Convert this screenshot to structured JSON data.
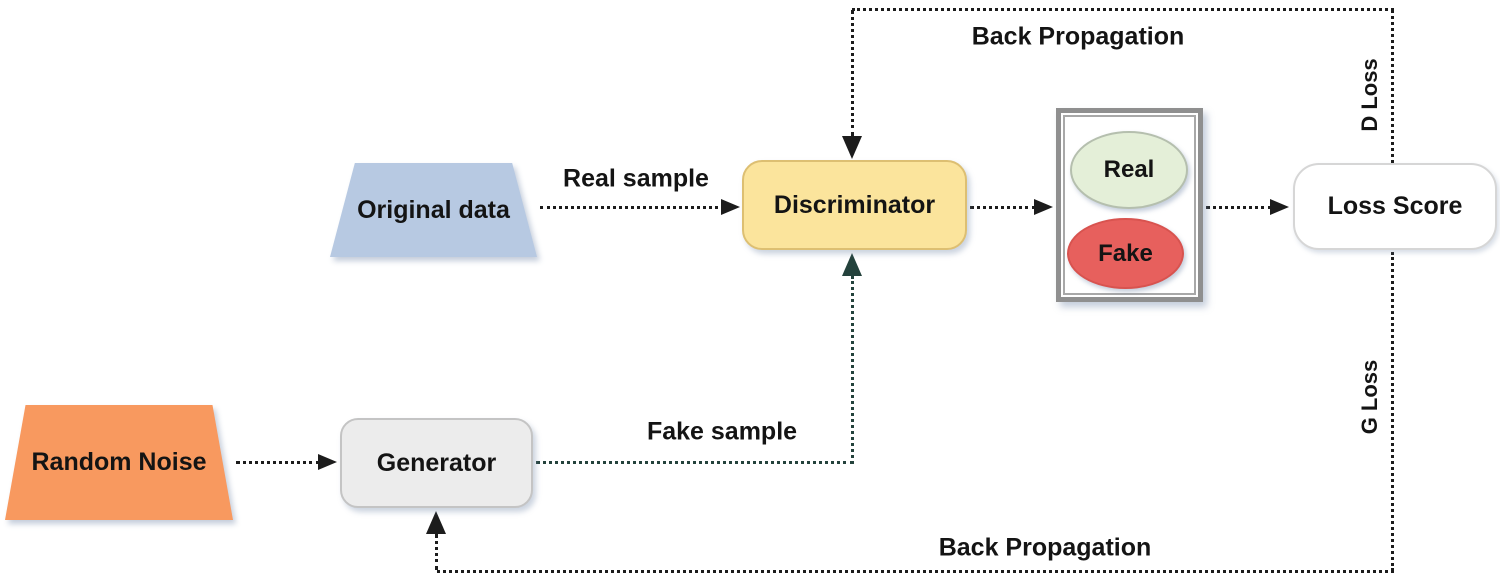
{
  "diagram": {
    "type": "flowchart",
    "subject": "GAN training architecture",
    "nodes": {
      "original_data": {
        "label": "Original data",
        "shape": "trapezoid",
        "fill": "#b7c9e2"
      },
      "random_noise": {
        "label": "Random Noise",
        "shape": "trapezoid",
        "fill": "#f8995f"
      },
      "generator": {
        "label": "Generator",
        "shape": "rounded-rect",
        "fill": "#ececec",
        "border": "#c4c4c4"
      },
      "discriminator": {
        "label": "Discriminator",
        "shape": "rounded-rect",
        "fill": "#fbe49c",
        "border": "#ddbf72"
      },
      "real_output": {
        "label": "Real",
        "shape": "ellipse",
        "fill": "#e4efd8",
        "border": "#b5bfae"
      },
      "fake_output": {
        "label": "Fake",
        "shape": "ellipse",
        "fill": "#e7605d",
        "border": "#d8534f"
      },
      "loss_score": {
        "label": "Loss Score",
        "shape": "rounded-rect",
        "fill": "#ffffff",
        "border": "#d6d6d6"
      }
    },
    "edges": {
      "real_sample": {
        "label": "Real sample",
        "from": "original_data",
        "to": "discriminator"
      },
      "noise_to_generator": {
        "label": "",
        "from": "random_noise",
        "to": "generator"
      },
      "fake_sample": {
        "label": "Fake sample",
        "from": "generator",
        "to": "discriminator"
      },
      "disc_to_outputs": {
        "label": "",
        "from": "discriminator",
        "to": "real_fake_frame"
      },
      "outputs_to_loss": {
        "label": "",
        "from": "real_fake_frame",
        "to": "loss_score"
      },
      "back_propagation_top": {
        "label": "Back Propagation",
        "from": "loss_score",
        "to": "discriminator"
      },
      "back_propagation_bottom": {
        "label": "Back Propagation",
        "from": "loss_score",
        "to": "generator"
      },
      "d_loss": {
        "label": "D Loss"
      },
      "g_loss": {
        "label": "G Loss"
      }
    },
    "colors": {
      "line": "#1c1c1c",
      "fake_sample_line": "#24423c",
      "text": "#141414",
      "frame_border": "#8f8f8f",
      "background": "#ffffff"
    }
  }
}
